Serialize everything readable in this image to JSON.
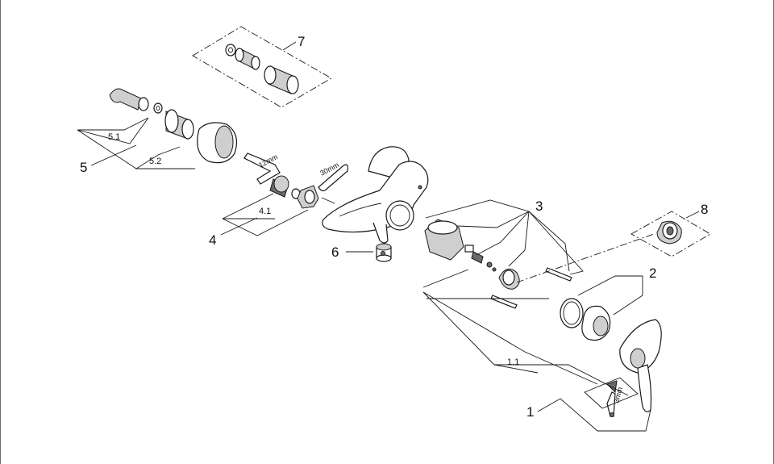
{
  "callouts": {
    "p1": "1",
    "p1_1": "1.1",
    "p2": "2",
    "p3": "3",
    "p4": "4",
    "p4_1": "4.1",
    "p5": "5",
    "p5_1": "5.1",
    "p5_2": "5.2",
    "p6": "6",
    "p7": "7",
    "p8": "8"
  },
  "tool_sizes": {
    "hex_key_small": "3mm",
    "hex_key_large": "12mm",
    "wrench": "30mm"
  },
  "colors": {
    "line": "#1a1a1a",
    "shade": "#cfcfcf",
    "frame": "#6f6f6f"
  }
}
